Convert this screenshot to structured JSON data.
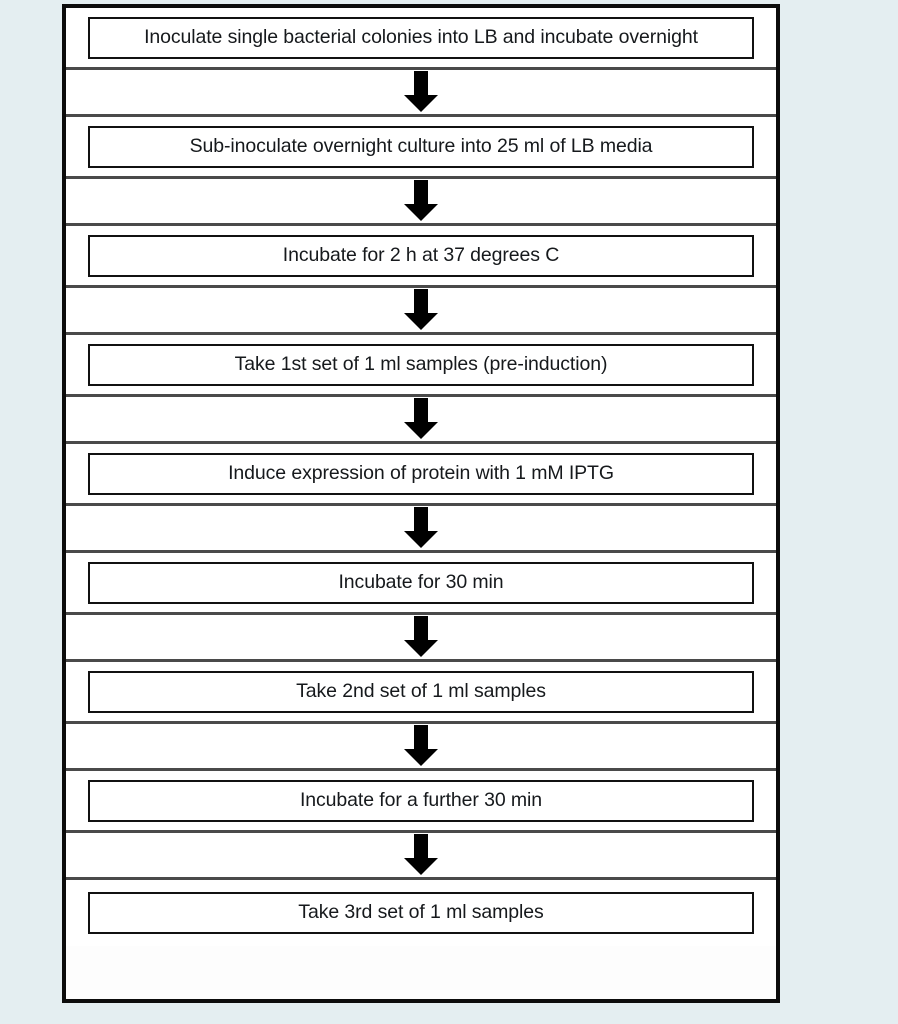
{
  "page": {
    "background_color": "#e4eef1",
    "frame_border_color": "#0c0c0c",
    "divider_color": "#4a4a4a",
    "box_border_color": "#111111",
    "box_fill_color": "#ffffff",
    "text_color": "#16191c",
    "arrow_color": "#000000"
  },
  "chart_data": {
    "type": "flowchart",
    "title": "",
    "orientation": "vertical-top-to-bottom",
    "connector": "down-arrow",
    "node_count": 9,
    "nodes": [
      {
        "order": 1,
        "label": "Inoculate single bacterial colonies into LB and incubate overnight"
      },
      {
        "order": 2,
        "label": "Sub-inoculate overnight culture into 25 ml of LB media"
      },
      {
        "order": 3,
        "label": "Incubate for 2 h at 37 degrees C"
      },
      {
        "order": 4,
        "label": "Take 1st set of 1 ml samples (pre-induction)"
      },
      {
        "order": 5,
        "label": "Induce expression of protein with 1 mM IPTG"
      },
      {
        "order": 6,
        "label": "Incubate for 30 min"
      },
      {
        "order": 7,
        "label": "Take 2nd set of 1 ml samples"
      },
      {
        "order": 8,
        "label": "Incubate for a further 30 min"
      },
      {
        "order": 9,
        "label": "Take 3rd set of 1 ml samples"
      }
    ],
    "edges": [
      {
        "from": 1,
        "to": 2,
        "icon": "down-arrow-icon"
      },
      {
        "from": 2,
        "to": 3,
        "icon": "down-arrow-icon"
      },
      {
        "from": 3,
        "to": 4,
        "icon": "down-arrow-icon"
      },
      {
        "from": 4,
        "to": 5,
        "icon": "down-arrow-icon"
      },
      {
        "from": 5,
        "to": 6,
        "icon": "down-arrow-icon"
      },
      {
        "from": 6,
        "to": 7,
        "icon": "down-arrow-icon"
      },
      {
        "from": 7,
        "to": 8,
        "icon": "down-arrow-icon"
      },
      {
        "from": 8,
        "to": 9,
        "icon": "down-arrow-icon"
      }
    ]
  }
}
